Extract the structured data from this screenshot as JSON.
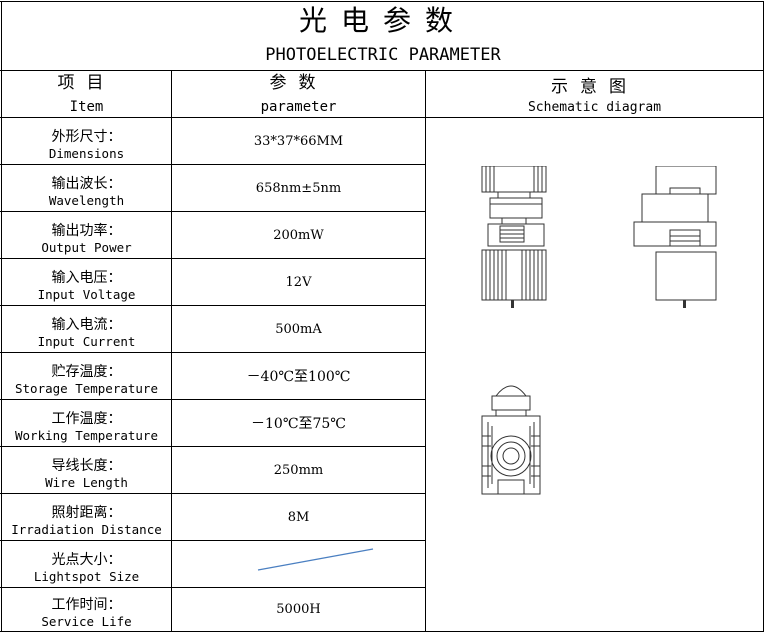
{
  "title": {
    "cn": "光电参数",
    "en": "PHOTOELECTRIC PARAMETER"
  },
  "header": {
    "item_cn": "项目",
    "item_en": "Item",
    "param_cn": "参数",
    "param_en": "parameter",
    "schematic_cn": "示意图",
    "schematic_en": "Schematic diagram"
  },
  "rows": [
    {
      "cn": "外形尺寸：",
      "en": "Dimensions",
      "value": "33*37*66MM"
    },
    {
      "cn": "输出波长：",
      "en": "Wavelength",
      "value": "658nm±5nm"
    },
    {
      "cn": "输出功率：",
      "en": "Output Power",
      "value": "200mW"
    },
    {
      "cn": "输入电压：",
      "en": "Input Voltage",
      "value": "12V"
    },
    {
      "cn": "输入电流：",
      "en": "Input Current",
      "value": "500mA"
    },
    {
      "cn": "贮存温度：",
      "en": "Storage Temperature",
      "value": "－40℃至100℃"
    },
    {
      "cn": "工作温度：",
      "en": "Working Temperature",
      "value": "－10℃至75℃"
    },
    {
      "cn": "导线长度：",
      "en": "Wire Length",
      "value": "250mm"
    },
    {
      "cn": "照射距离：",
      "en": "Irradiation Distance",
      "value": "8M"
    },
    {
      "cn": "光点大小：",
      "en": "Lightspot Size",
      "value": ""
    },
    {
      "cn": "工作时间：",
      "en": "Service Life",
      "value": "5000H"
    }
  ],
  "colors": {
    "grid": "#000000",
    "lightspot_line": "#4a7fc1",
    "drawing_stroke": "#333333"
  },
  "icons": {
    "front_view": "laser-module-front-drawing",
    "side_view": "laser-module-side-drawing",
    "end_view": "laser-module-end-drawing"
  }
}
